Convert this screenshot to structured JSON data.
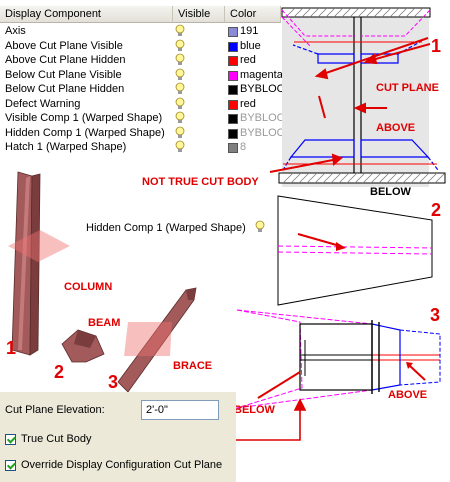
{
  "table": {
    "headers": [
      "Display Component",
      "Visible",
      "Color"
    ],
    "rows": [
      {
        "name": "Axis",
        "color_name": "191",
        "swatch": "#8a8ad8",
        "bulb_on": true,
        "dim": false
      },
      {
        "name": "Above Cut Plane Visible",
        "color_name": "blue",
        "swatch": "#0000ff",
        "bulb_on": true,
        "dim": false
      },
      {
        "name": "Above Cut Plane Hidden",
        "color_name": "red",
        "swatch": "#ff0000",
        "bulb_on": true,
        "dim": false
      },
      {
        "name": "Below Cut Plane Visible",
        "color_name": "magenta",
        "swatch": "#ff00ff",
        "bulb_on": true,
        "dim": false
      },
      {
        "name": "Below Cut Plane Hidden",
        "color_name": "BYBLOCK",
        "swatch": "#000000",
        "bulb_on": true,
        "dim": false
      },
      {
        "name": "Defect Warning",
        "color_name": "red",
        "swatch": "#ff0000",
        "bulb_on": true,
        "dim": false
      },
      {
        "name": "Visible Comp 1 (Warped Shape)",
        "color_name": "BYBLOCK",
        "swatch": "#000000",
        "bulb_on": true,
        "dim": true
      },
      {
        "name": "Hidden Comp 1 (Warped Shape)",
        "color_name": "BYBLOCK",
        "swatch": "#000000",
        "bulb_on": true,
        "dim": true
      },
      {
        "name": "Hatch 1 (Warped Shape)",
        "color_name": "8",
        "swatch": "#808080",
        "bulb_on": true,
        "dim": true
      }
    ]
  },
  "panel": {
    "elevation_label": "Cut Plane Elevation:",
    "elevation_value": "2'-0\"",
    "true_cut_body_label": "True Cut Body",
    "override_label": "Override Display Configuration Cut Plane"
  },
  "annotations": {
    "cut_plane": "CUT PLANE",
    "above": "ABOVE",
    "below": "BELOW",
    "not_true_cut_body": "NOT TRUE CUT BODY",
    "hidden_comp_label": "Hidden Comp 1 (Warped Shape)",
    "column": "COLUMN",
    "beam": "BEAM",
    "brace": "BRACE",
    "below2": "BELOW",
    "above2": "ABOVE",
    "n1": "1",
    "n2": "2",
    "n3": "3",
    "m1": "1",
    "m2": "2",
    "m3": "3"
  },
  "colors": {
    "red": "#e00000",
    "blue": "#0000ff",
    "magenta": "#ff00ff",
    "maroon": "#9c4f4f",
    "panel_bg": "#ece9d8"
  }
}
